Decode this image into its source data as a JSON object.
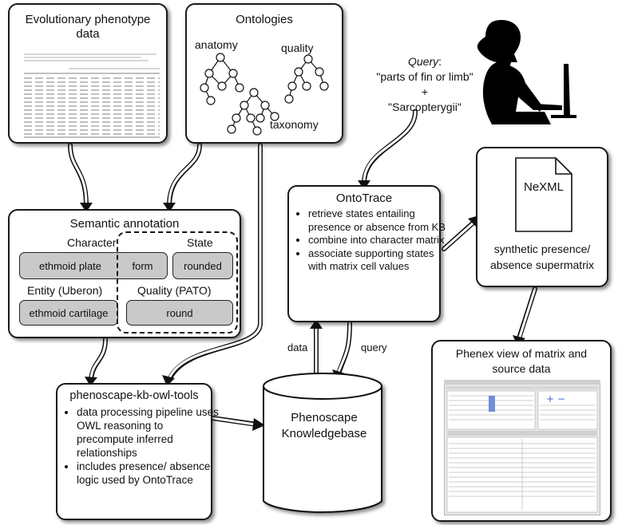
{
  "evo": {
    "title_line1": "Evolutionary phenotype",
    "title_line2": "data"
  },
  "ontologies": {
    "title": "Ontologies",
    "anatomy": "anatomy",
    "quality": "quality",
    "taxonomy": "taxonomy"
  },
  "query": {
    "label": "Query",
    "line1": "\"parts of fin or limb\"",
    "plus": "+",
    "line2": "\"Sarcopterygii\""
  },
  "semantic": {
    "title": "Semantic annotation",
    "character": "Character",
    "state": "State",
    "ethmoid_plate": "ethmoid plate",
    "form": "form",
    "rounded": "rounded",
    "entity": "Entity (Uberon)",
    "quality": "Quality (PATO)",
    "ethmoid_cartilage": "ethmoid cartilage",
    "round": "round"
  },
  "ontotrace": {
    "title": "OntoTrace",
    "items": [
      "retrieve states entailing presence or absence from KB",
      "combine into character matrix",
      "associate supporting states with matrix cell values"
    ]
  },
  "nexml": {
    "doc_label": "NeXML",
    "line1": "synthetic presence/",
    "line2": "absence supermatrix"
  },
  "phenex": {
    "title_line1": "Phenex view of matrix and",
    "title_line2": "source data"
  },
  "owltools": {
    "title": "phenoscape-kb-owl-tools",
    "items": [
      "data processing pipeline uses OWL reasoning to precompute inferred relationships",
      "includes presence/ absence logic used by OntoTrace"
    ]
  },
  "kb": {
    "line1": "Phenoscape",
    "line2": "Knowledgebase"
  },
  "edges": {
    "data": "data",
    "query": "query"
  }
}
